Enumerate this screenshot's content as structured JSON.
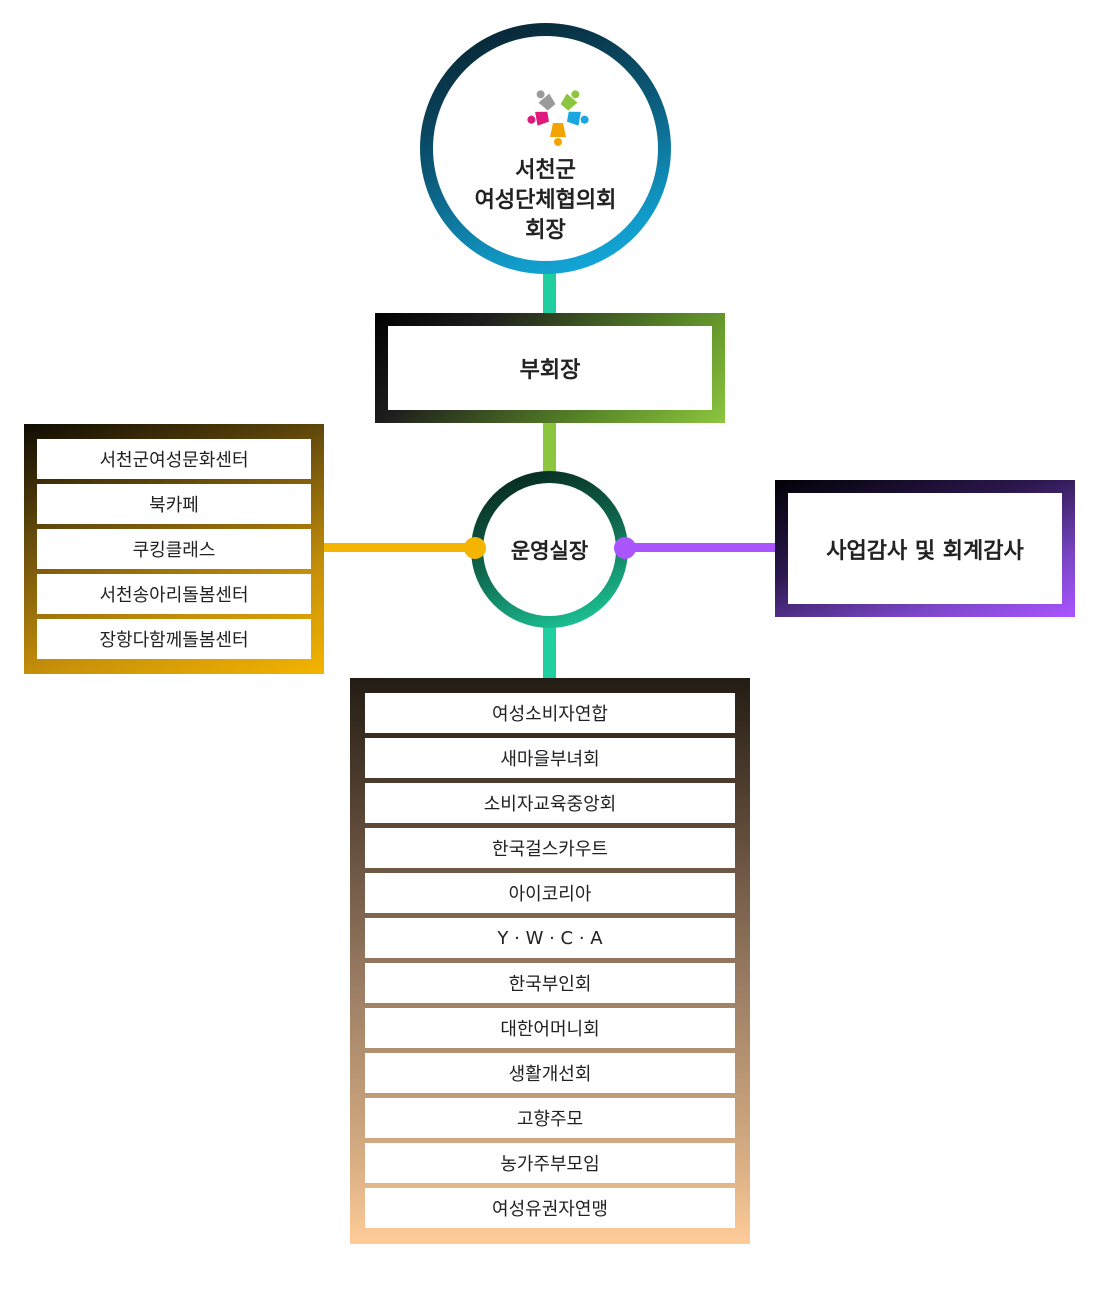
{
  "president": {
    "lines": [
      "서천군",
      "여성단체협의회",
      "회장"
    ]
  },
  "vice_president": {
    "label": "부회장"
  },
  "operations": {
    "label": "운영실장"
  },
  "audit": {
    "label": "사업감사 및 회계감사"
  },
  "left_group": {
    "items": [
      "서천군여성문화센터",
      "북카페",
      "쿠킹클래스",
      "서천송아리돌봄센터",
      "장항다함께돌봄센터"
    ]
  },
  "member_orgs": {
    "items": [
      "여성소비자연합",
      "새마을부녀회",
      "소비자교육중앙회",
      "한국걸스카우트",
      "아이코리아",
      "Y · W · C · A",
      "한국부인회",
      "대한어머니회",
      "생활개선회",
      "고향주모",
      "농가주부모임",
      "여성유권자연맹"
    ]
  },
  "icons": {
    "logo": "women-figures-logo-icon"
  },
  "colors": {
    "teal_connector": "#1fcfa0",
    "green_connector": "#8cc63f",
    "gold_connector": "#f4b400",
    "purple_connector": "#aa55ff"
  }
}
